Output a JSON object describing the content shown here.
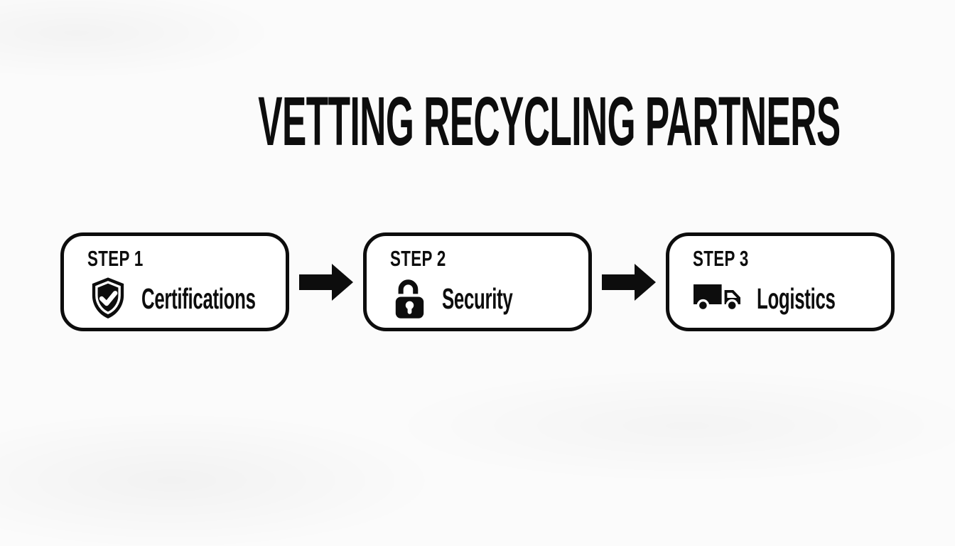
{
  "title": "VETTING RECYCLING PARTNERS",
  "steps": [
    {
      "step_label": "STEP 1",
      "name": "Certifications",
      "icon": "shield-check-icon"
    },
    {
      "step_label": "STEP 2",
      "name": "Security",
      "icon": "padlock-icon"
    },
    {
      "step_label": "STEP 3",
      "name": "Logistics",
      "icon": "truck-icon"
    }
  ],
  "colors": {
    "foreground": "#0d0d0d",
    "background": "#fbfbfb",
    "box_background": "#ffffff"
  }
}
